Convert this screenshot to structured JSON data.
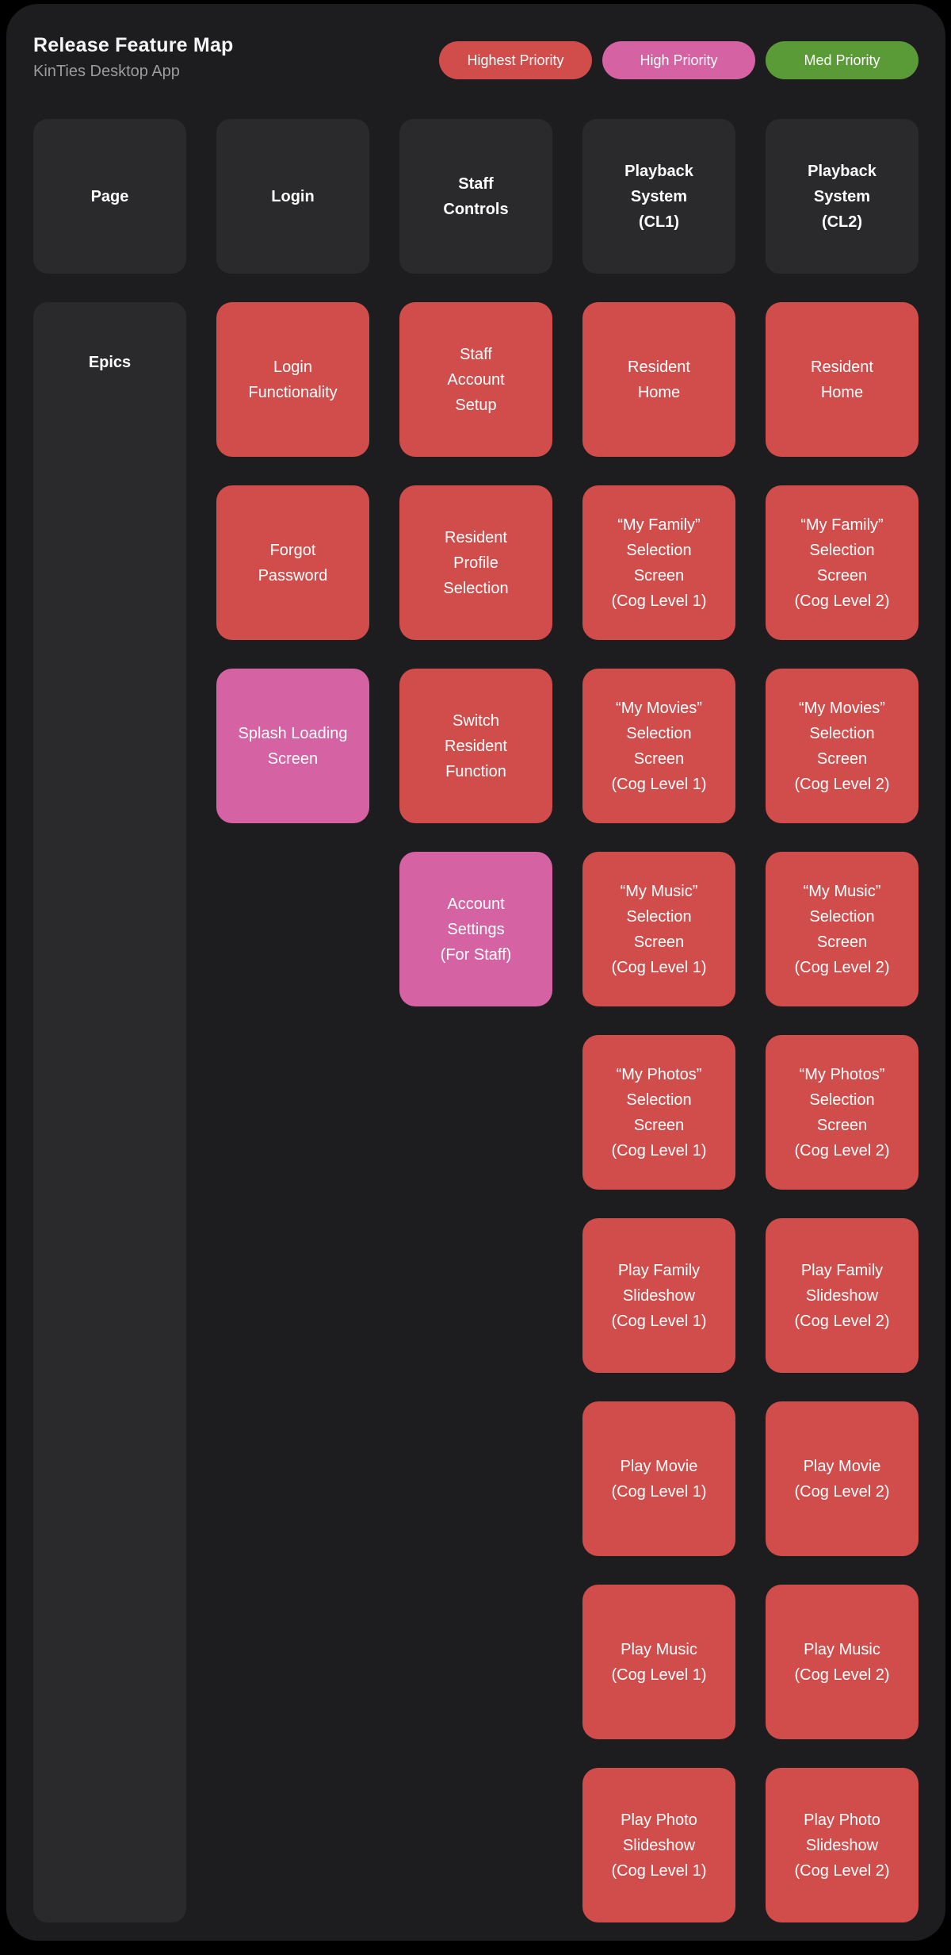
{
  "header": {
    "title": "Release Feature Map",
    "subtitle": "KinTies Desktop App"
  },
  "legend": [
    {
      "label": "Highest Priority",
      "color": "#d04d4b"
    },
    {
      "label": "High Priority",
      "color": "#d562a3"
    },
    {
      "label": "Med Priority",
      "color": "#5a9b37"
    }
  ],
  "colors": {
    "canvas_background": "#000000",
    "panel_background": "#1d1d1f",
    "header_box_background": "#2a2a2c",
    "card_text": "#ffffff",
    "subtitle_text": "#9c9c9e"
  },
  "board": {
    "column_headers": [
      "Page",
      "Login",
      "Staff\nControls",
      "Playback\nSystem\n(CL1)",
      "Playback\nSystem\n(CL2)"
    ],
    "row_label": "Epics",
    "cards": {
      "login_functionality": {
        "text": "Login\nFunctionality",
        "priority": "Highest Priority"
      },
      "staff_account_setup": {
        "text": "Staff\nAccount\nSetup",
        "priority": "Highest Priority"
      },
      "resident_home_cl1": {
        "text": "Resident\nHome",
        "priority": "Highest Priority"
      },
      "resident_home_cl2": {
        "text": "Resident\nHome",
        "priority": "Highest Priority"
      },
      "forgot_password": {
        "text": "Forgot\nPassword",
        "priority": "Highest Priority"
      },
      "resident_profile_selection": {
        "text": "Resident\nProfile\nSelection",
        "priority": "Highest Priority"
      },
      "my_family_selection_cl1": {
        "text": "“My Family”\nSelection\nScreen\n(Cog Level 1)",
        "priority": "Highest Priority"
      },
      "my_family_selection_cl2": {
        "text": "“My Family”\nSelection\nScreen\n(Cog Level 2)",
        "priority": "Highest Priority"
      },
      "splash_loading_screen": {
        "text": "Splash Loading\nScreen",
        "priority": "High Priority"
      },
      "switch_resident_function": {
        "text": "Switch\nResident\nFunction",
        "priority": "Highest Priority"
      },
      "my_movies_selection_cl1": {
        "text": "“My Movies”\nSelection\nScreen\n(Cog Level 1)",
        "priority": "Highest Priority"
      },
      "my_movies_selection_cl2": {
        "text": "“My Movies”\nSelection\nScreen\n(Cog Level 2)",
        "priority": "Highest Priority"
      },
      "account_settings_for_staff": {
        "text": "Account\nSettings\n(For Staff)",
        "priority": "High Priority"
      },
      "my_music_selection_cl1": {
        "text": "“My Music”\nSelection\nScreen\n(Cog Level 1)",
        "priority": "Highest Priority"
      },
      "my_music_selection_cl2": {
        "text": "“My Music”\nSelection\nScreen\n(Cog Level 2)",
        "priority": "Highest Priority"
      },
      "my_photos_selection_cl1": {
        "text": "“My Photos”\nSelection\nScreen\n(Cog Level 1)",
        "priority": "Highest Priority"
      },
      "my_photos_selection_cl2": {
        "text": "“My Photos”\nSelection\nScreen\n(Cog Level 2)",
        "priority": "Highest Priority"
      },
      "play_family_slideshow_cl1": {
        "text": "Play Family\nSlideshow\n(Cog Level 1)",
        "priority": "Highest Priority"
      },
      "play_family_slideshow_cl2": {
        "text": "Play Family\nSlideshow\n(Cog Level 2)",
        "priority": "Highest Priority"
      },
      "play_movie_cl1": {
        "text": "Play Movie\n(Cog Level 1)",
        "priority": "Highest Priority"
      },
      "play_movie_cl2": {
        "text": "Play Movie\n(Cog Level 2)",
        "priority": "Highest Priority"
      },
      "play_music_cl1": {
        "text": "Play Music\n(Cog Level 1)",
        "priority": "Highest Priority"
      },
      "play_music_cl2": {
        "text": "Play Music\n(Cog Level 2)",
        "priority": "Highest Priority"
      },
      "play_photo_slideshow_cl1": {
        "text": "Play Photo\nSlideshow\n(Cog Level 1)",
        "priority": "Highest Priority"
      },
      "play_photo_slideshow_cl2": {
        "text": "Play Photo\nSlideshow\n(Cog Level 2)",
        "priority": "Highest Priority"
      }
    }
  }
}
